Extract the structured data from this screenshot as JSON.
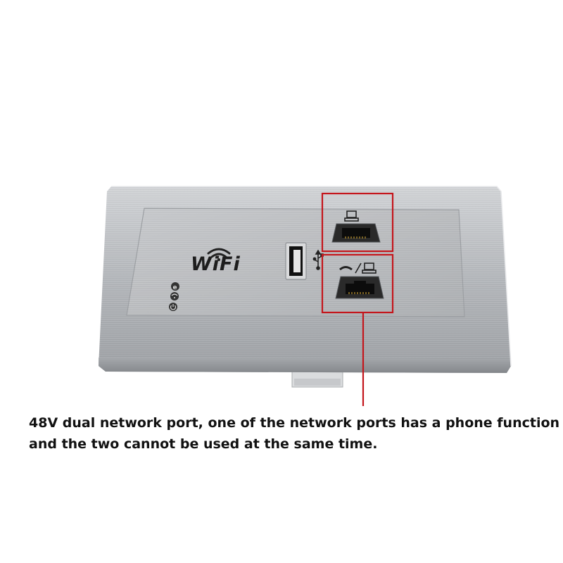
{
  "product": {
    "logo_text": "WiFi"
  },
  "callout": {
    "caption_line1": "48V dual network port, one of the network ports has a phone function",
    "caption_line2": "and the two cannot be used at the same time."
  },
  "colors": {
    "callout": "#c4161c",
    "panel": "#bdbfc2",
    "caption_text": "#111111"
  },
  "icons": [
    "wifi-signal-icon",
    "usb-icon",
    "computer-icon",
    "phone-icon",
    "power-icon",
    "ie-icon"
  ]
}
